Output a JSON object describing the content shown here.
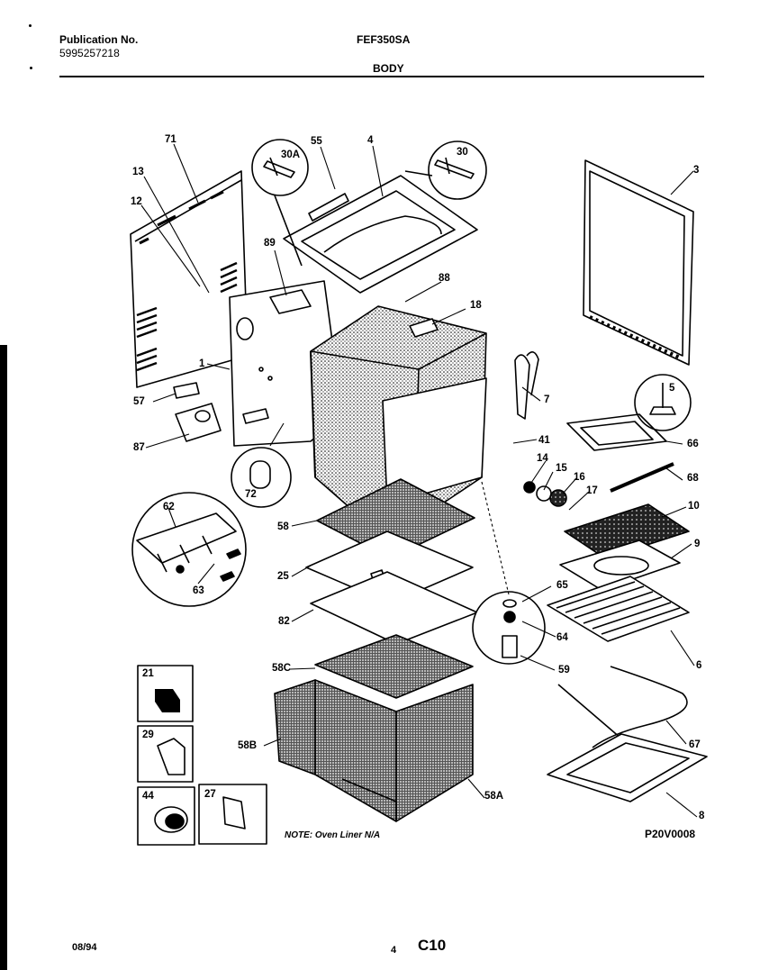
{
  "header": {
    "publication_label": "Publication No.",
    "publication_number": "5995257218",
    "model": "FEF350SA",
    "section": "BODY"
  },
  "callouts": {
    "c71": "71",
    "c13": "13",
    "c12": "12",
    "c30a": "30A",
    "c55": "55",
    "c4": "4",
    "c30": "30",
    "c3": "3",
    "c89": "89",
    "c88": "88",
    "c18": "18",
    "c1": "1",
    "c57": "57",
    "c87": "87",
    "c5": "5",
    "c7": "7",
    "c41": "41",
    "c66": "66",
    "c14": "14",
    "c15": "15",
    "c16": "16",
    "c17": "17",
    "c68": "68",
    "c72": "72",
    "c62": "62",
    "c58": "58",
    "c10": "10",
    "c9": "9",
    "c25": "25",
    "c63": "63",
    "c82": "82",
    "c65": "65",
    "c64": "64",
    "c6": "6",
    "c21": "21",
    "c58c": "58C",
    "c59": "59",
    "c29": "29",
    "c58b": "58B",
    "c67": "67",
    "c44": "44",
    "c27": "27",
    "c58a": "58A",
    "c8": "8"
  },
  "note": "NOTE: Oven Liner N/A",
  "drawing_code": "P20V0008",
  "footer": {
    "date": "08/94",
    "page": "4",
    "section_code": "C10"
  }
}
